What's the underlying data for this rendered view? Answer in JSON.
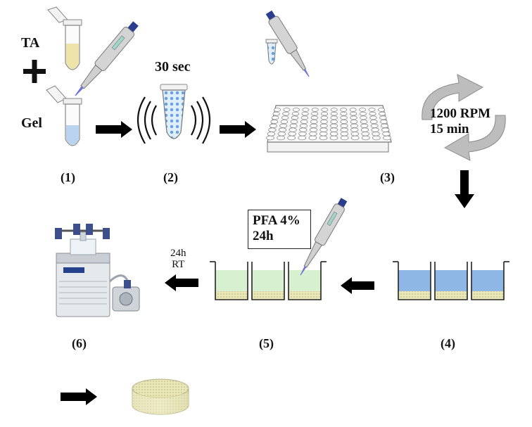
{
  "labels": {
    "ta": "TA",
    "plus": "+",
    "gel": "Gel",
    "time_30": "30 sec",
    "rpm_line1": "1200 RPM",
    "rpm_line2": "15 min",
    "pfa_line1": "PFA 4%",
    "pfa_line2": "24h",
    "dry_line1": "24h",
    "dry_line2": "RT"
  },
  "steps": [
    "(1)",
    "(2)",
    "(3)",
    "(4)",
    "(5)",
    "(6)"
  ],
  "colors": {
    "ta_liquid": "#eee3a8",
    "gel_liquid": "#b9d3f0",
    "blue_liquid": "#8fb7e6",
    "green_liquid": "#d6f0d0",
    "sediment": "#e6e3b5",
    "pipette": "#d4d4d4",
    "pipette_plunger": "#2a3d8f",
    "arrow": "#000000",
    "cycle_arrow": "#a8a8a8"
  }
}
